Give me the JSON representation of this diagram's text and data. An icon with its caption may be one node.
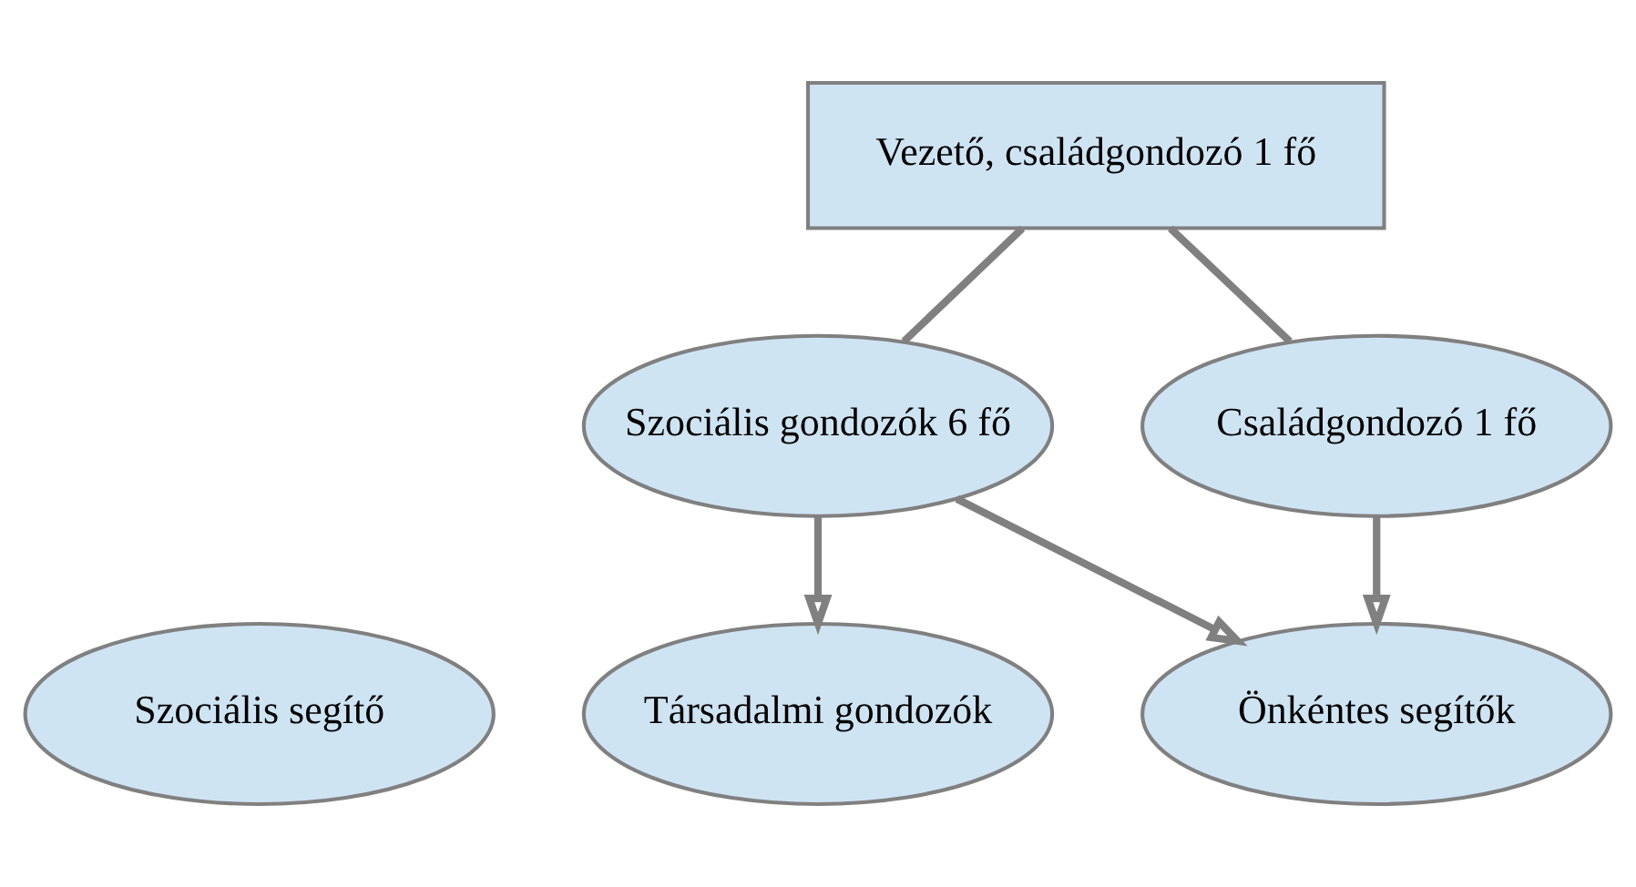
{
  "diagram": {
    "nodes": [
      {
        "text": [
          "Vezető, családgondozó 1 fő"
        ]
      },
      {
        "text": [
          "Szociális gondozók 6 fő"
        ]
      },
      {
        "text": [
          "Családgondozó 1 fő"
        ]
      },
      {
        "text": [
          "Szociális segítő"
        ]
      },
      {
        "text": [
          "Önkéntes segítők"
        ]
      },
      {
        "text": [
          "Társadalmi gondozók"
        ]
      }
    ],
    "edges": [
      {
        "from": 0,
        "to": 1,
        "arrow": "none"
      },
      {
        "from": 0,
        "to": 2,
        "arrow": "none"
      },
      {
        "from": 1,
        "to": 5,
        "arrow": "to"
      },
      {
        "from": 1,
        "to": 4,
        "arrow": "to"
      },
      {
        "from": 2,
        "to": 4,
        "arrow": "to"
      }
    ]
  }
}
